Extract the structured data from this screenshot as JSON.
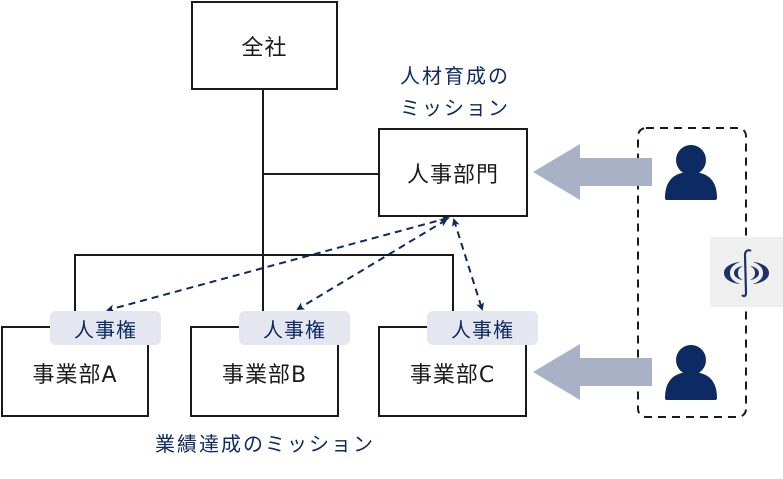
{
  "org": {
    "top": {
      "label": "全社"
    },
    "hr": {
      "label": "人事部門",
      "mission": [
        "人材育成の",
        "ミッション"
      ]
    },
    "divisions": [
      {
        "label": "事業部A",
        "badge": "人事権"
      },
      {
        "label": "事業部B",
        "badge": "人事権"
      },
      {
        "label": "事業部C",
        "badge": "人事権"
      }
    ],
    "division_mission": "業績達成のミッション"
  },
  "side": {
    "people": [
      {
        "icon": "person-icon"
      },
      {
        "icon": "person-icon"
      }
    ],
    "logo": {
      "icon": "company-logo-icon"
    }
  },
  "colors": {
    "line": "#1a1a1a",
    "accent": "#0d2a63",
    "badge_bg": "#e4e7ef",
    "arrow": "#a8b1c5",
    "person": "#0d2a63"
  }
}
